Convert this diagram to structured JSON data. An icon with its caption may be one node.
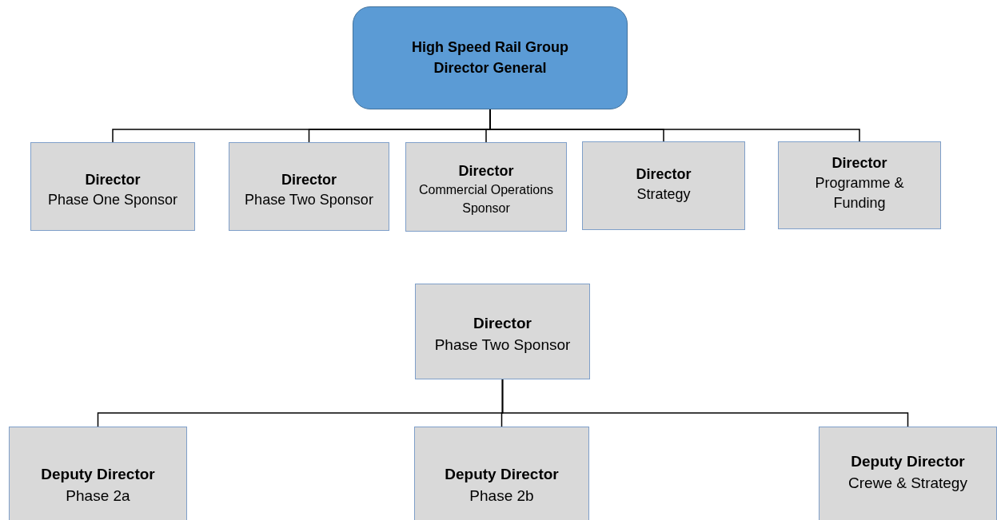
{
  "diagram": {
    "nodes": [
      {
        "text": [
          "High Speed Rail Group",
          "Director General"
        ]
      },
      {
        "text": [
          "Director",
          "Phase One Sponsor"
        ]
      },
      {
        "text": [
          "Director",
          "Phase Two Sponsor"
        ]
      },
      {
        "text": [
          "Director",
          "Commercial Operations Sponsor"
        ]
      },
      {
        "text": [
          "Director",
          "Strategy"
        ]
      },
      {
        "text": [
          "Director",
          "Programme & Funding"
        ]
      },
      {
        "text": [
          "Director",
          "Phase Two Sponsor"
        ]
      },
      {
        "text": [
          "Deputy Director",
          "Phase 2a"
        ]
      },
      {
        "text": [
          "Deputy Director",
          "Phase 2b"
        ]
      },
      {
        "text": [
          "Deputy Director",
          "Crewe & Strategy"
        ]
      }
    ],
    "edges": [
      {
        "from": 0,
        "to": 1,
        "arrow": "none"
      },
      {
        "from": 0,
        "to": 2,
        "arrow": "none"
      },
      {
        "from": 0,
        "to": 3,
        "arrow": "none"
      },
      {
        "from": 0,
        "to": 4,
        "arrow": "none"
      },
      {
        "from": 0,
        "to": 5,
        "arrow": "none"
      },
      {
        "from": 6,
        "to": 7,
        "arrow": "none"
      },
      {
        "from": 6,
        "to": 8,
        "arrow": "none"
      },
      {
        "from": 6,
        "to": 9,
        "arrow": "none"
      }
    ]
  }
}
